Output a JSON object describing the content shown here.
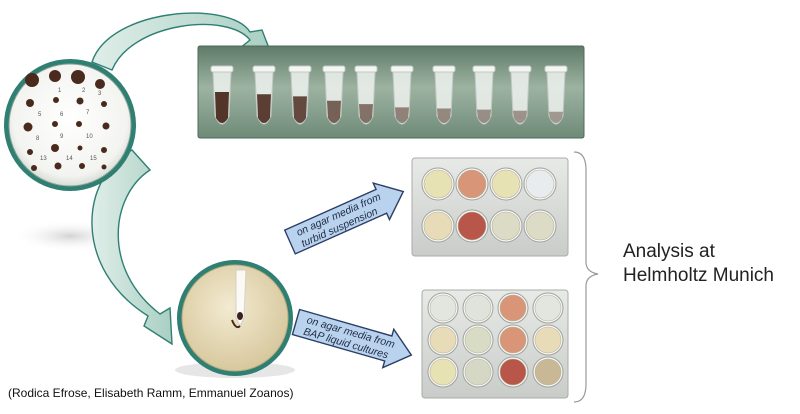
{
  "labels": {
    "arrow_upper_line1": "on agar media from",
    "arrow_upper_line2": "turbid suspension",
    "arrow_lower_line1": "on agar media from",
    "arrow_lower_line2": "BAP liquid cultures",
    "analysis_line1": "Analysis at",
    "analysis_line2": "Helmholtz Munich",
    "credits": "(Rodica Efrose, Elisabeth Ramm, Emmanuel Zoanos)"
  },
  "colors": {
    "accent_teal": "#2f7f72",
    "arrow_fill": "#b9d3ee",
    "arrow_stroke": "#2c3e66",
    "agar_beige": "#e7dcb7",
    "agar_orange": "#d99577",
    "agar_red": "#b8564a",
    "agar_yellow": "#e6e2b4"
  },
  "icons": {
    "sample_dish": "petri-dish-icon",
    "tube": "microcentrifuge-tube-icon",
    "plate": "agar-plate-icon"
  }
}
